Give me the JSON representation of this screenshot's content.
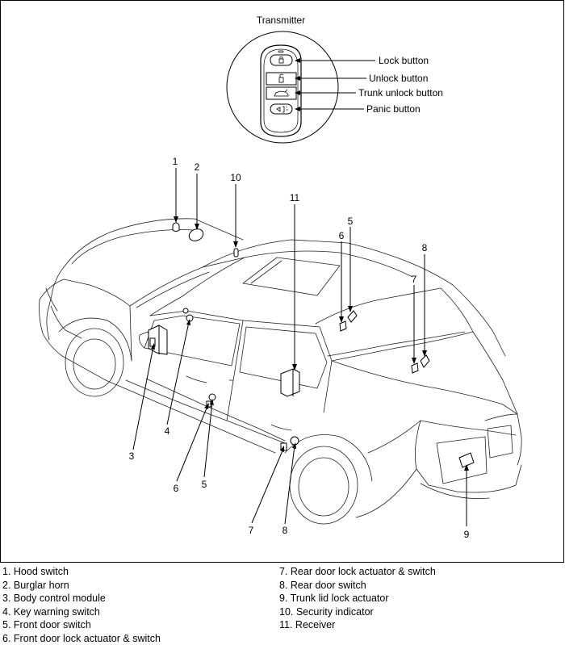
{
  "transmitter": {
    "title": "Transmitter",
    "buttons": [
      {
        "label": "Lock button"
      },
      {
        "label": "Unlock button"
      },
      {
        "label": "Trunk unlock button"
      },
      {
        "label": "Panic button"
      }
    ]
  },
  "callouts": {
    "n1": "1",
    "n2": "2",
    "n3": "3",
    "n4": "4",
    "n5a": "5",
    "n5b": "5",
    "n6a": "6",
    "n6b": "6",
    "n7a": "7",
    "n7b": "7",
    "n8a": "8",
    "n8b": "8",
    "n9": "9",
    "n10": "10",
    "n11": "11"
  },
  "legend": {
    "left": [
      "1. Hood switch",
      "2. Burglar horn",
      "3. Body control module",
      "4. Key warning switch",
      "5. Front door switch",
      "6. Front door lock actuator & switch"
    ],
    "right": [
      "7. Rear door lock actuator & switch",
      "8. Rear door switch",
      "9. Trunk lid lock actuator",
      "10. Security indicator",
      "11. Receiver"
    ]
  }
}
